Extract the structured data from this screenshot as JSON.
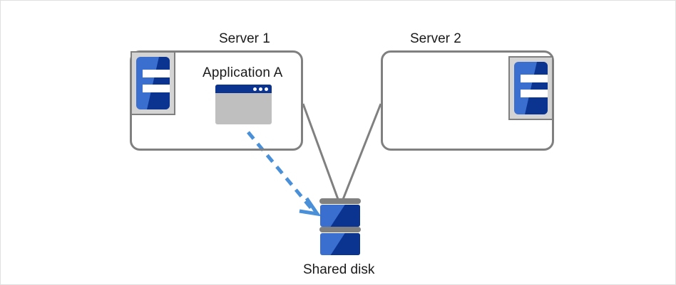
{
  "diagram": {
    "title_server1": "Server 1",
    "title_server2": "Server 2",
    "application_label": "Application A",
    "shared_disk_label": "Shared disk",
    "colors": {
      "outline_gray": "#808080",
      "icon_frame_gray": "#d4d4d4",
      "icon_blue_light": "#3a6fd0",
      "icon_blue_dark": "#0b3390",
      "window_body_gray": "#bfbfbf",
      "arrow_blue": "#4a90d9",
      "text": "#1a1a1a",
      "canvas_border": "#e0e0e0"
    },
    "nodes": [
      {
        "name": "server-1",
        "label": "Server 1",
        "has_application": true,
        "icon_position": "top-left"
      },
      {
        "name": "server-2",
        "label": "Server 2",
        "has_application": false,
        "icon_position": "top-right"
      },
      {
        "name": "shared-disk",
        "label": "Shared disk",
        "platters": 2
      }
    ],
    "connections": [
      {
        "from": "server-1",
        "to": "shared-disk",
        "style": "solid",
        "color": "#808080",
        "arrow": false
      },
      {
        "from": "server-2",
        "to": "shared-disk",
        "style": "solid",
        "color": "#808080",
        "arrow": false
      },
      {
        "from": "application-a",
        "to": "shared-disk",
        "style": "dashed",
        "color": "#4a90d9",
        "arrow": true
      }
    ]
  }
}
